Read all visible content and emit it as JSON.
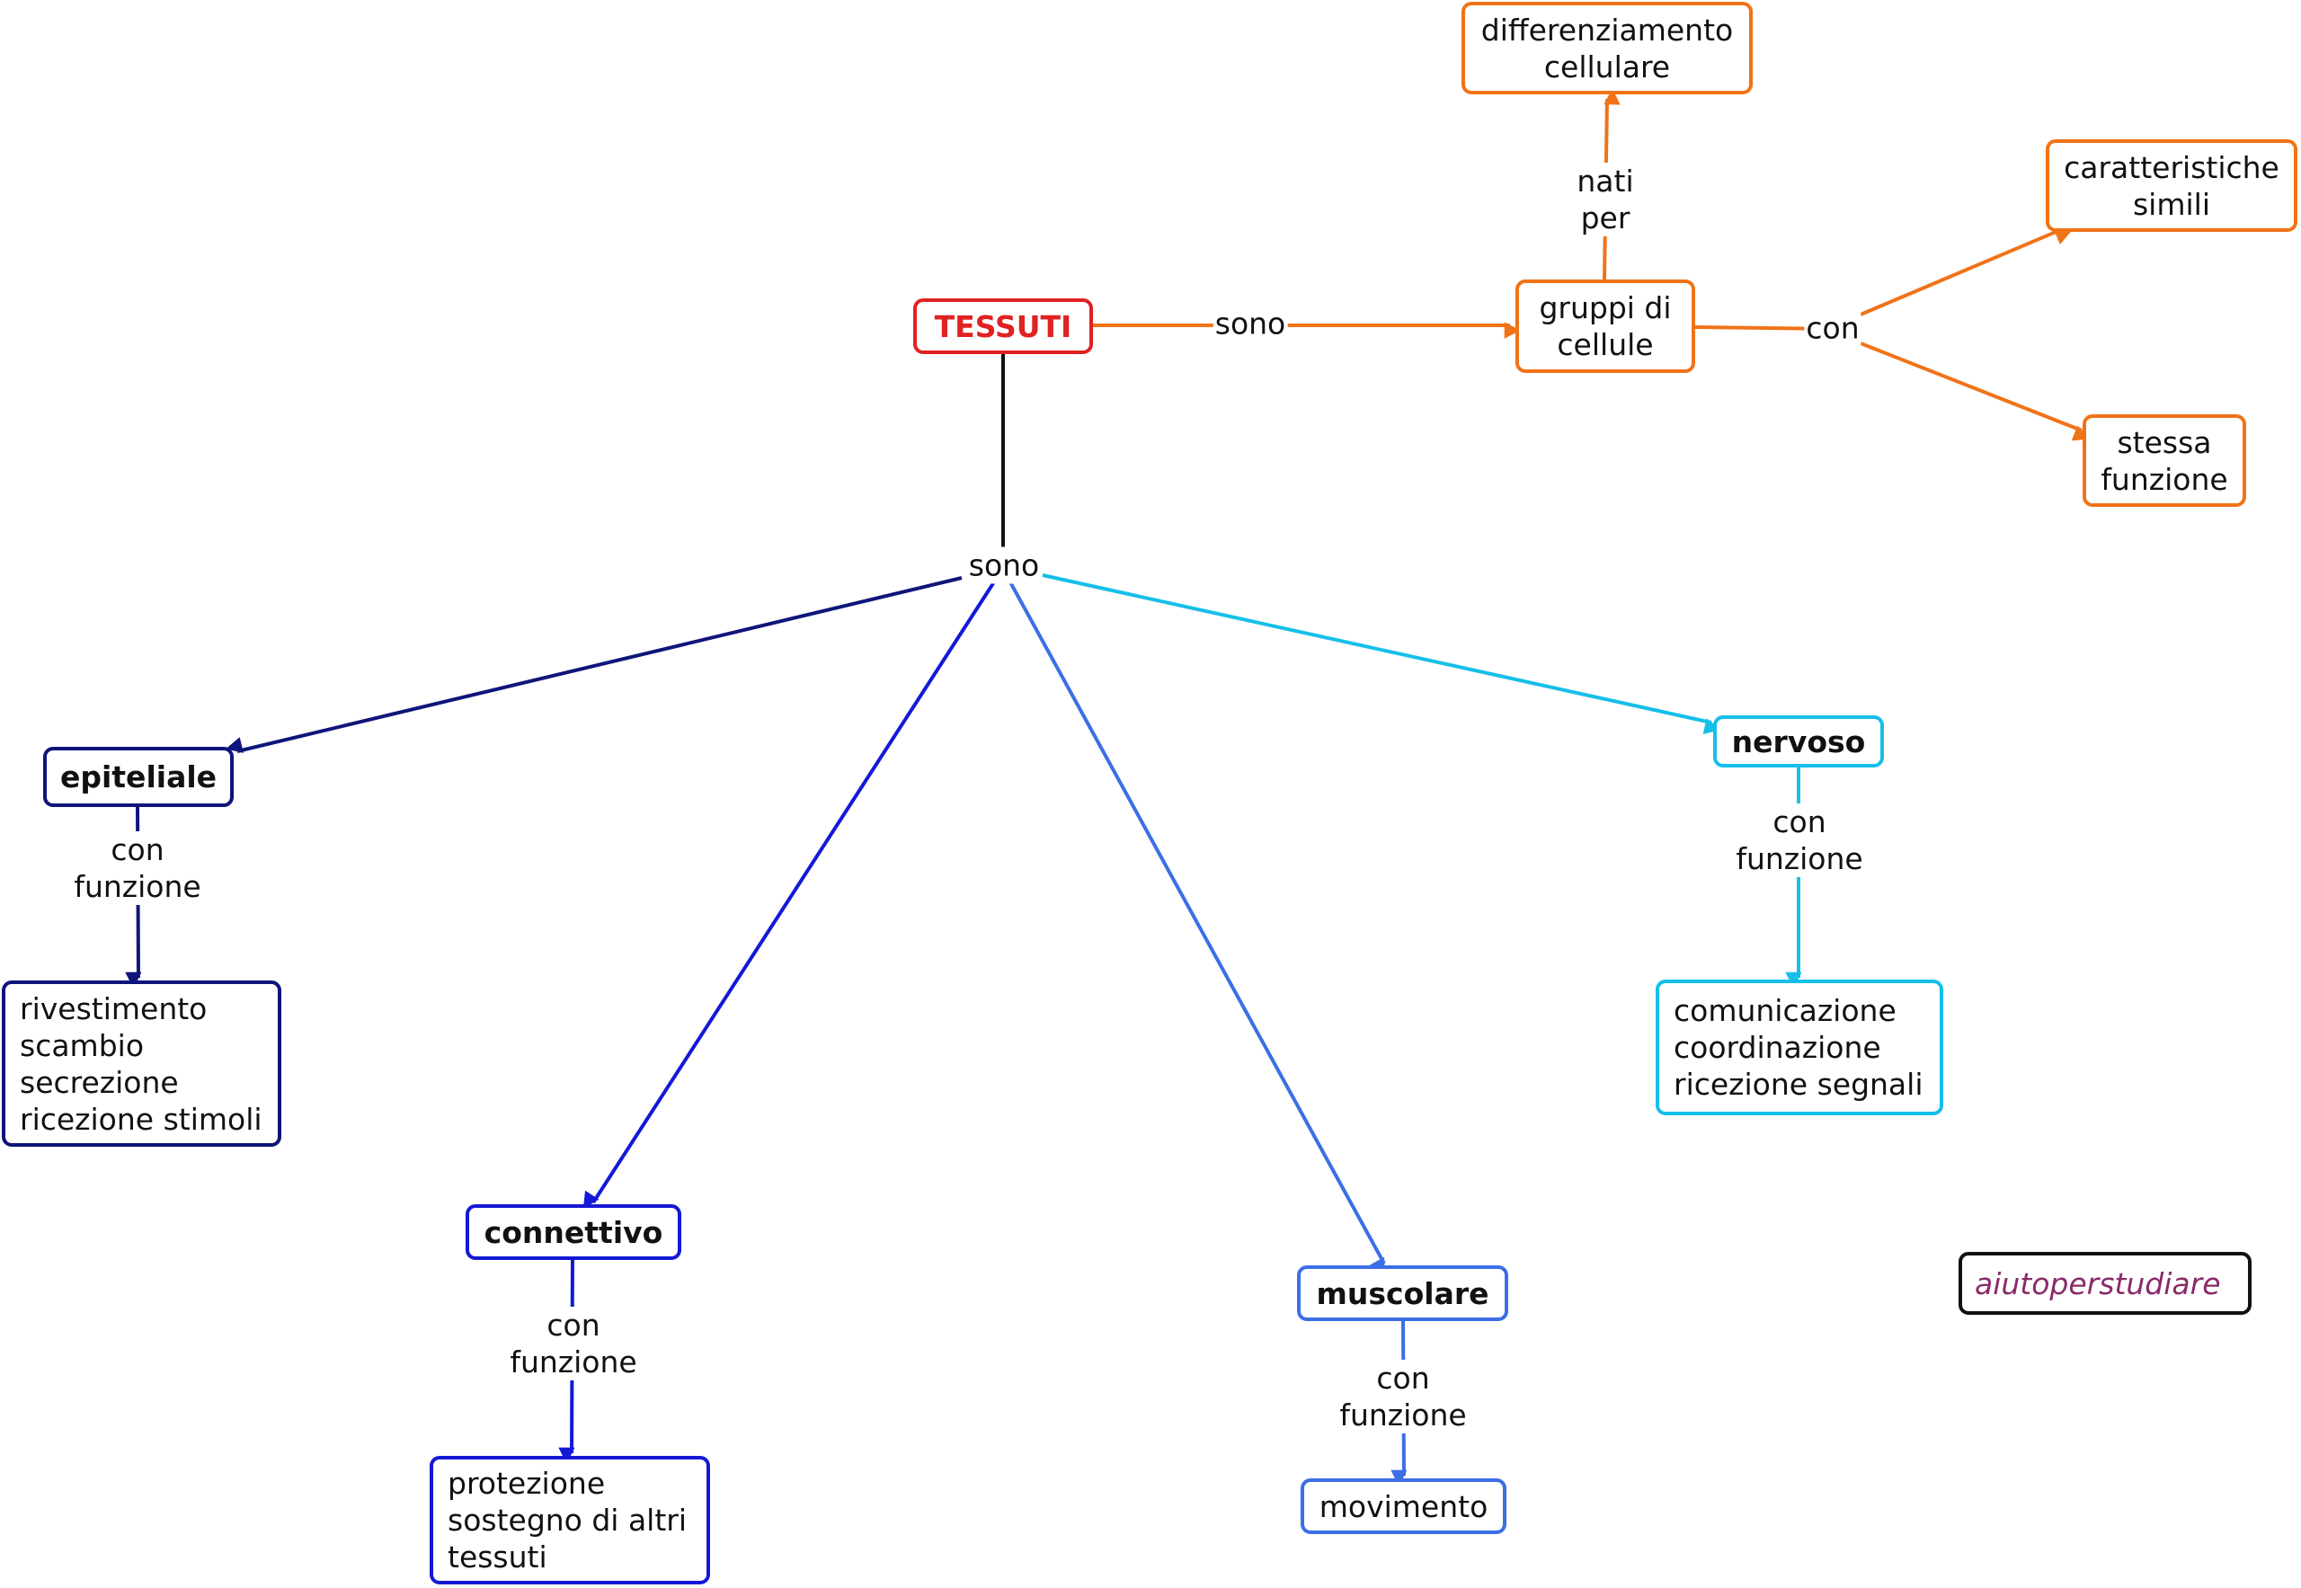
{
  "nodes": {
    "tessuti": "TESSUTI",
    "gruppi": "gruppi di\ncellule",
    "differenziamento": "differenziamento\ncellulare",
    "caratteristiche": "caratteristiche\nsimili",
    "stessa": "stessa\nfunzione",
    "epiteliale": "epiteliale",
    "epiteliale_funzione": "rivestimento\nscambio\nsecrezione\nricezione stimoli",
    "connettivo": "connettivo",
    "connettivo_funzione": "protezione\nsostegno di altri\ntessuti",
    "muscolare": "muscolare",
    "muscolare_funzione": "movimento",
    "nervoso": "nervoso",
    "nervoso_funzione": "comunicazione\ncoordinazione\nricezione segnali",
    "watermark": "aiutoperstudiare"
  },
  "links": {
    "sono_top": "sono",
    "nati_per": "nati\nper",
    "con_top": "con",
    "sono_main": "sono",
    "con_funzione_epiteliale": "con\nfunzione",
    "con_funzione_connettivo": "con\nfunzione",
    "con_funzione_muscolare": "con\nfunzione",
    "con_funzione_nervoso": "con\nfunzione"
  },
  "colors": {
    "title_red": "#e02222",
    "orange": "#f07318",
    "navy": "#0f157a",
    "blue": "#1419d6",
    "medium_blue": "#3c6ee6",
    "cyan": "#15bfe8",
    "watermark_text": "#8a2a6a"
  }
}
